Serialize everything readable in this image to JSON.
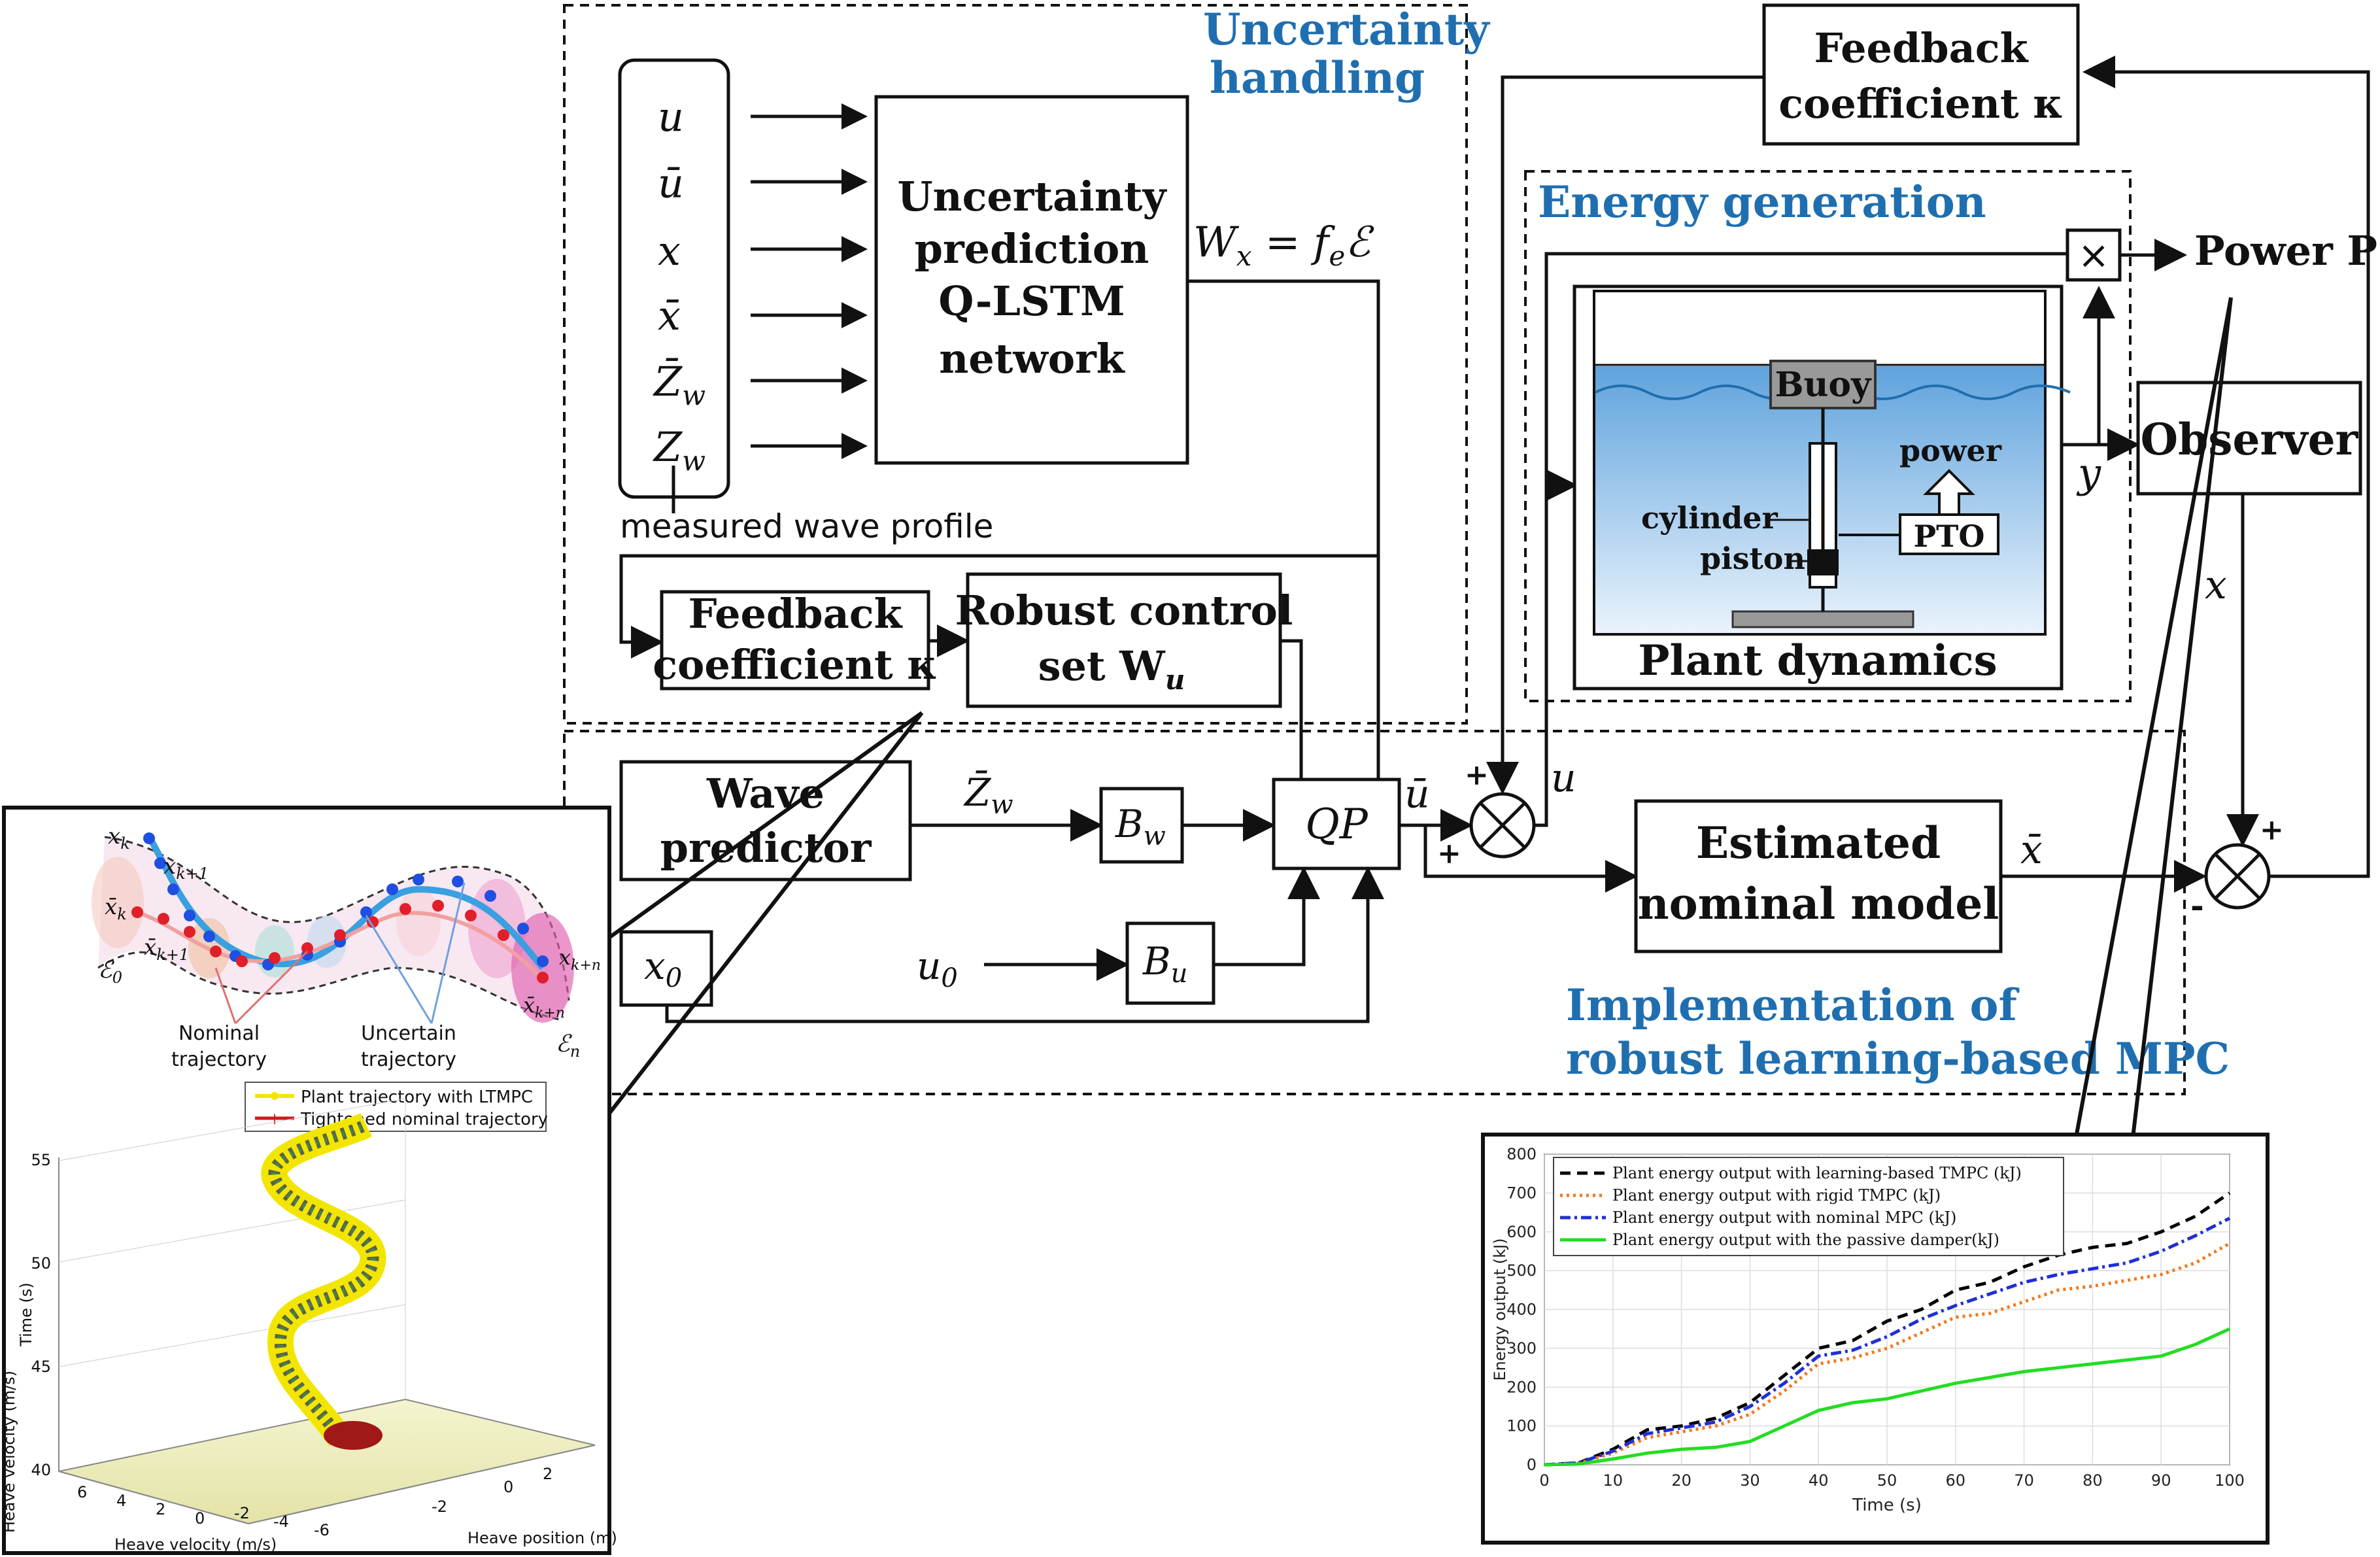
{
  "sections": {
    "uncertainty_title_1": "Uncertainty",
    "uncertainty_title_2": "handling",
    "energy_title": "Energy generation",
    "implementation_title_1": "Implementation of",
    "implementation_title_2": "robust learning-based MPC"
  },
  "inputs": {
    "u": "u",
    "u_bar": "ū",
    "x": "x",
    "x_bar": "x̄",
    "zw_bar": "Z̄",
    "zw_bar_sub": "w",
    "zw": "Z",
    "zw_sub": "w",
    "measured_wave": "measured wave profile"
  },
  "blocks": {
    "qlstm_1": "Uncertainty",
    "qlstm_2": "prediction",
    "qlstm_3": "Q-LSTM",
    "qlstm_4": "network",
    "wx_eq": "W",
    "wx_eq_sub": "x",
    "wx_eq_rhs": " = f",
    "wx_eq_rhs_sub": "e",
    "wx_eq_rhs_end": "ℰ",
    "feedback_1": "Feedback",
    "feedback_2": "coefficient κ",
    "robust_1": "Robust control",
    "robust_2": "set W",
    "robust_2_sub": "u",
    "fb_top_1": "Feedback",
    "fb_top_2": "coefficient κ",
    "wave_pred_1": "Wave",
    "wave_pred_2": "predictor",
    "bw": "B",
    "bw_sub": "w",
    "bu": "B",
    "bu_sub": "u",
    "x0": "x",
    "x0_sub": "0",
    "u0": "u",
    "u0_sub": "0",
    "qp": "QP",
    "est_1": "Estimated",
    "est_2": "nominal model",
    "observer": "Observer",
    "power": "Power P",
    "times": "×",
    "buoy": "Buoy",
    "power_small": "power",
    "cylinder": "cylinder",
    "piston": "piston",
    "pto": "PTO",
    "plant": "Plant dynamics"
  },
  "signals": {
    "zw_bar": "Z̄",
    "zw_bar_sub": "w",
    "u_bar": "ū",
    "u": "u",
    "y": "y",
    "x": "x",
    "x_bar": "x̄",
    "plus": "+",
    "minus": "-"
  },
  "inset_tube": {
    "x_k": "x",
    "x_k_sub": "k",
    "x_k1": "x",
    "x_k1_sub": "k+1",
    "xb_k": "x̄",
    "xb_k_sub": "k",
    "xb_k1": "x̄",
    "xb_k1_sub": "k+1",
    "e0": "ℰ",
    "e0_sub": "0",
    "en": "ℰ",
    "en_sub": "n",
    "x_kn": "x",
    "x_kn_sub": "k+n",
    "xb_kn": "x̄",
    "xb_kn_sub": "k+n",
    "nominal_1": "Nominal",
    "nominal_2": "trajectory",
    "uncertain_1": "Uncertain",
    "uncertain_2": "trajectory"
  },
  "inset_3d": {
    "legend": [
      "Plant trajectory with LTMPC",
      "Tightened nominal trajectory"
    ],
    "legend_colors": [
      "#f2e600",
      "#d11a1a"
    ],
    "zlabel": "Time (s)",
    "zticks": [
      "55",
      "50",
      "45",
      "40"
    ],
    "xlabel": "Heave velocity (m/s)",
    "xticks": [
      "6",
      "4",
      "2",
      "0",
      "-2",
      "-4",
      "-6"
    ],
    "ylabel": "Heave position (m)",
    "yticks": [
      "2",
      "0",
      "-2"
    ],
    "side_label": "Heave velocity (m/s)"
  },
  "chart_data": {
    "type": "line",
    "xlabel": "Time (s)",
    "ylabel": "Energy output (kJ)",
    "xlim": [
      0,
      100
    ],
    "ylim": [
      0,
      800
    ],
    "xticks": [
      0,
      10,
      20,
      30,
      40,
      50,
      60,
      70,
      80,
      90,
      100
    ],
    "yticks": [
      0,
      100,
      200,
      300,
      400,
      500,
      600,
      700,
      800
    ],
    "grid": true,
    "legend_position": "top-left",
    "x": [
      0,
      5,
      10,
      15,
      20,
      25,
      30,
      35,
      40,
      45,
      50,
      55,
      60,
      65,
      70,
      75,
      80,
      85,
      90,
      95,
      100
    ],
    "series": [
      {
        "name": "Plant energy output with learning-based TMPC (kJ)",
        "color": "#000000",
        "dash": "dash",
        "values": [
          0,
          5,
          40,
          90,
          100,
          120,
          160,
          230,
          300,
          320,
          370,
          400,
          450,
          470,
          510,
          540,
          560,
          570,
          600,
          640,
          700
        ]
      },
      {
        "name": "Plant energy output with rigid TMPC (kJ)",
        "color": "#f07a1c",
        "dash": "dot",
        "values": [
          0,
          4,
          30,
          70,
          85,
          100,
          130,
          190,
          260,
          275,
          300,
          340,
          380,
          390,
          420,
          450,
          460,
          475,
          490,
          520,
          570
        ]
      },
      {
        "name": "Plant energy output with nominal MPC (kJ)",
        "color": "#1f2fd6",
        "dash": "dashdot",
        "values": [
          0,
          5,
          35,
          80,
          95,
          110,
          150,
          210,
          280,
          295,
          330,
          375,
          410,
          440,
          470,
          490,
          505,
          520,
          550,
          590,
          635
        ]
      },
      {
        "name": "Plant energy output with the passive damper(kJ)",
        "color": "#22dd22",
        "dash": "solid",
        "values": [
          0,
          2,
          15,
          30,
          40,
          45,
          60,
          100,
          140,
          160,
          170,
          190,
          210,
          225,
          240,
          250,
          260,
          270,
          280,
          310,
          350
        ]
      }
    ]
  }
}
